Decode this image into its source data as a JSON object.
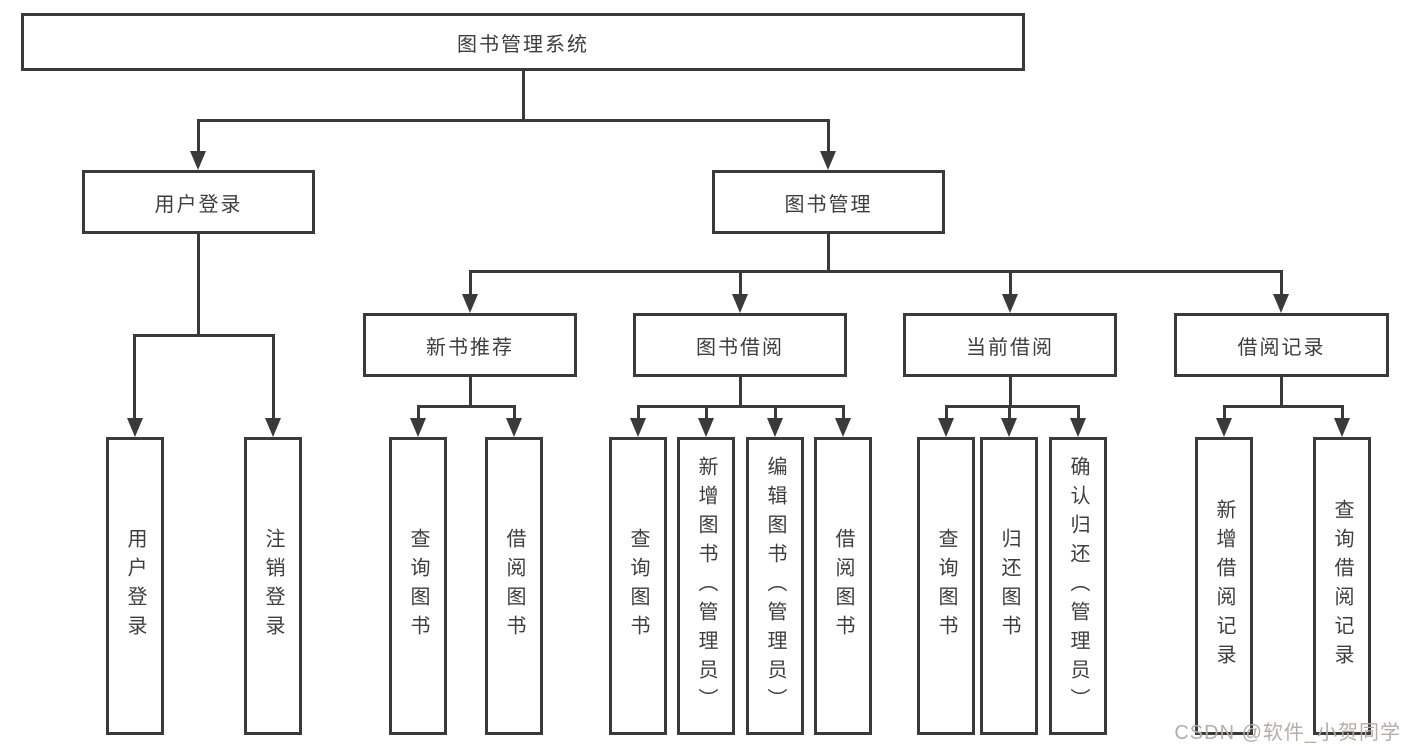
{
  "diagram": {
    "root": {
      "label": "图书管理系统",
      "children": [
        {
          "label": "用户登录",
          "children": [
            {
              "label": "用户登录"
            },
            {
              "label": "注销登录"
            }
          ]
        },
        {
          "label": "图书管理",
          "children": [
            {
              "label": "新书推荐",
              "children": [
                {
                  "label": "查询图书"
                },
                {
                  "label": "借阅图书"
                }
              ]
            },
            {
              "label": "图书借阅",
              "children": [
                {
                  "label": "查询图书"
                },
                {
                  "label": "新增图书（管理员）"
                },
                {
                  "label": "编辑图书（管理员）"
                },
                {
                  "label": "借阅图书"
                }
              ]
            },
            {
              "label": "当前借阅",
              "children": [
                {
                  "label": "查询图书"
                },
                {
                  "label": "归还图书"
                },
                {
                  "label": "确认归还（管理员）"
                }
              ]
            },
            {
              "label": "借阅记录",
              "children": [
                {
                  "label": "新增借阅记录"
                },
                {
                  "label": "查询借阅记录"
                }
              ]
            }
          ]
        }
      ]
    }
  },
  "watermark": {
    "text": "CSDN @软件_小贺同学"
  },
  "colors": {
    "line": "#3a3a3a",
    "text": "#3e3e3e",
    "background": "#ffffff",
    "watermark": "#b5acac"
  }
}
